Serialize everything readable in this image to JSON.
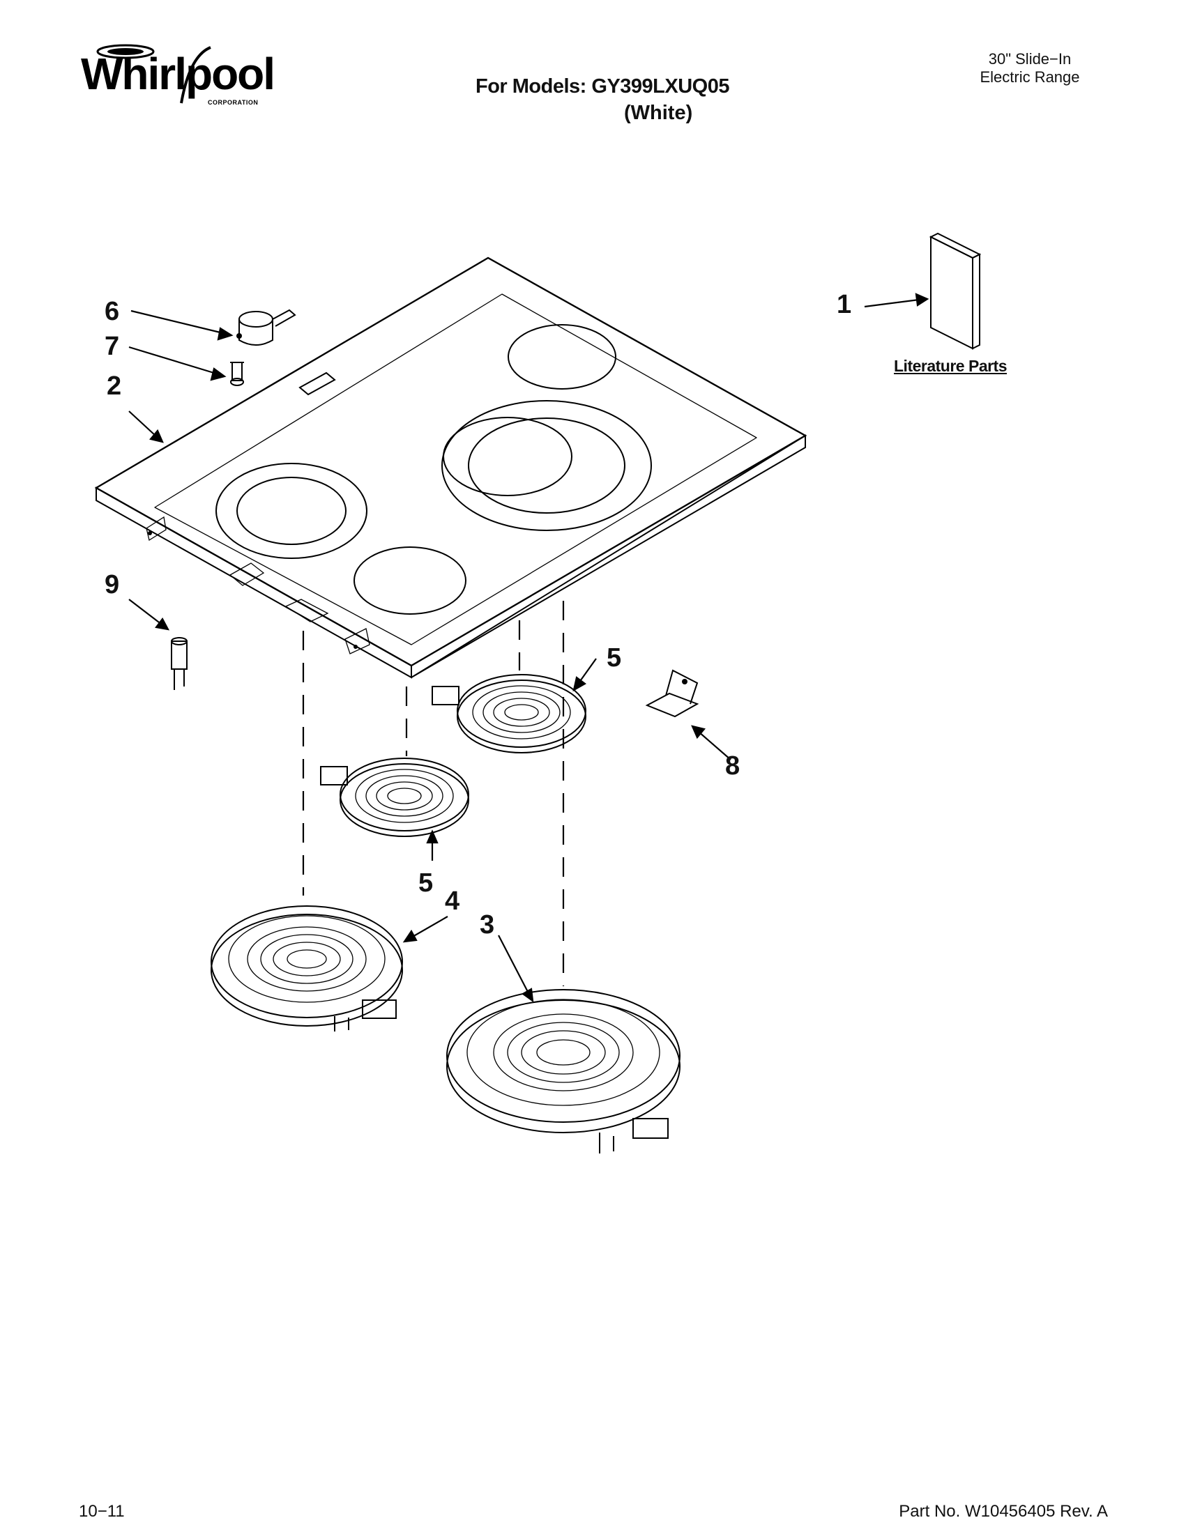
{
  "header": {
    "brand": "Whirlpool",
    "brand_sub": "CORPORATION",
    "models_line": "For Models: GY399LXUQ05",
    "color_line": "(White)",
    "range_line1": "30\" Slide−In",
    "range_line2": "Electric Range"
  },
  "callouts": {
    "c1": "1",
    "c2": "2",
    "c3": "3",
    "c4": "4",
    "c5a": "5",
    "c5b": "5",
    "c6": "6",
    "c7": "7",
    "c8": "8",
    "c9": "9"
  },
  "literature_label": "Literature Parts",
  "footer": {
    "date": "10−11",
    "part_no": "Part No. W10456405 Rev. A"
  }
}
